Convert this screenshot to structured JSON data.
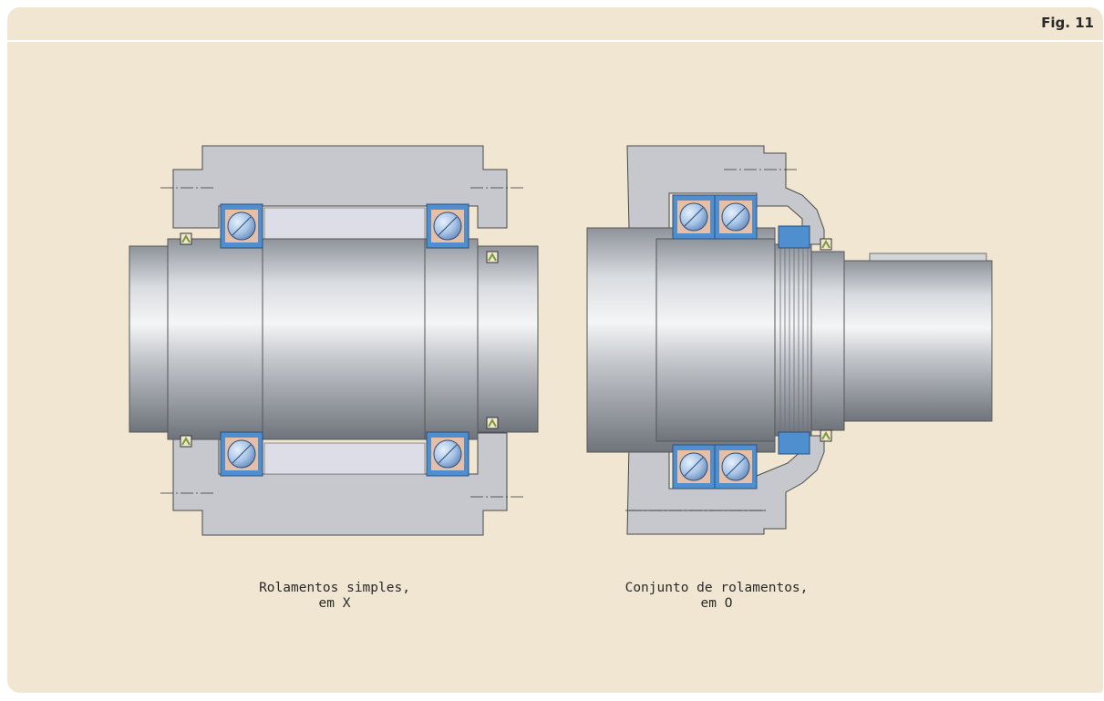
{
  "figure": {
    "label": "Fig. 11"
  },
  "captions": {
    "left": {
      "line1": "Rolamentos simples,",
      "line2": "em X"
    },
    "right": {
      "line1": "Conjunto de rolamentos,",
      "line2": "em O"
    }
  },
  "colors": {
    "background": "#f0e6d2",
    "housing": "#c6c8ce",
    "shaft": "#b9bcc2",
    "bearing_ring": "#4f8fd0",
    "bearing_ball": "#aec9ea",
    "cage": "#e7bfa6",
    "seal": "#7a9a3a"
  }
}
